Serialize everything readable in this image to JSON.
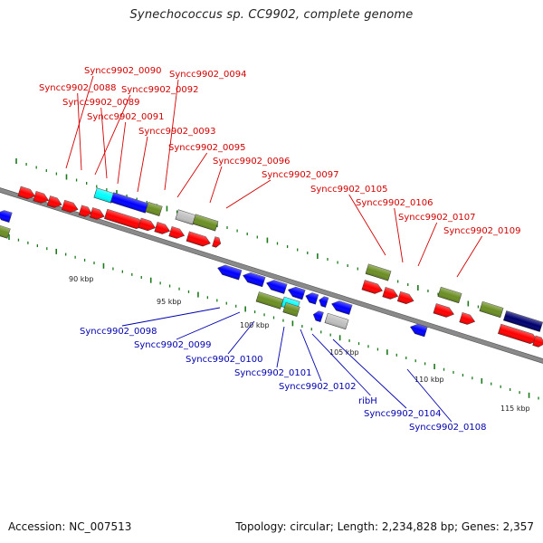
{
  "title": "Synechococcus sp. CC9902, complete genome",
  "footer": {
    "accession": "Accession: NC_007513",
    "summary": "Topology: circular; Length: 2,234,828 bp; Genes: 2,357"
  },
  "colors": {
    "red": "#ff0000",
    "blue": "#0000ff",
    "navy": "#00006e",
    "green": "#6b8e23",
    "cyan": "#00ffff",
    "gray": "#c0c0c0",
    "label_top": "#d40000",
    "label_bottom": "#0000b0",
    "tick": "#1a7a1a"
  },
  "scale_labels": [
    "90 kbp",
    "95 kbp",
    "100 kbp",
    "105 kbp",
    "110 kbp",
    "115 kbp"
  ],
  "top_labels": [
    "Syncc9902_0090",
    "Syncc9902_0094",
    "Syncc9902_0088",
    "Syncc9902_0092",
    "Syncc9902_0089",
    "Syncc9902_0091",
    "Syncc9902_0093",
    "Syncc9902_0095",
    "Syncc9902_0096",
    "Syncc9902_0097",
    "Syncc9902_0105",
    "Syncc9902_0106",
    "Syncc9902_0107",
    "Syncc9902_0109"
  ],
  "bottom_labels": [
    "Syncc9902_0098",
    "Syncc9902_0099",
    "Syncc9902_0100",
    "Syncc9902_0101",
    "Syncc9902_0102",
    "ribH",
    "Syncc9902_0104",
    "Syncc9902_0108"
  ]
}
